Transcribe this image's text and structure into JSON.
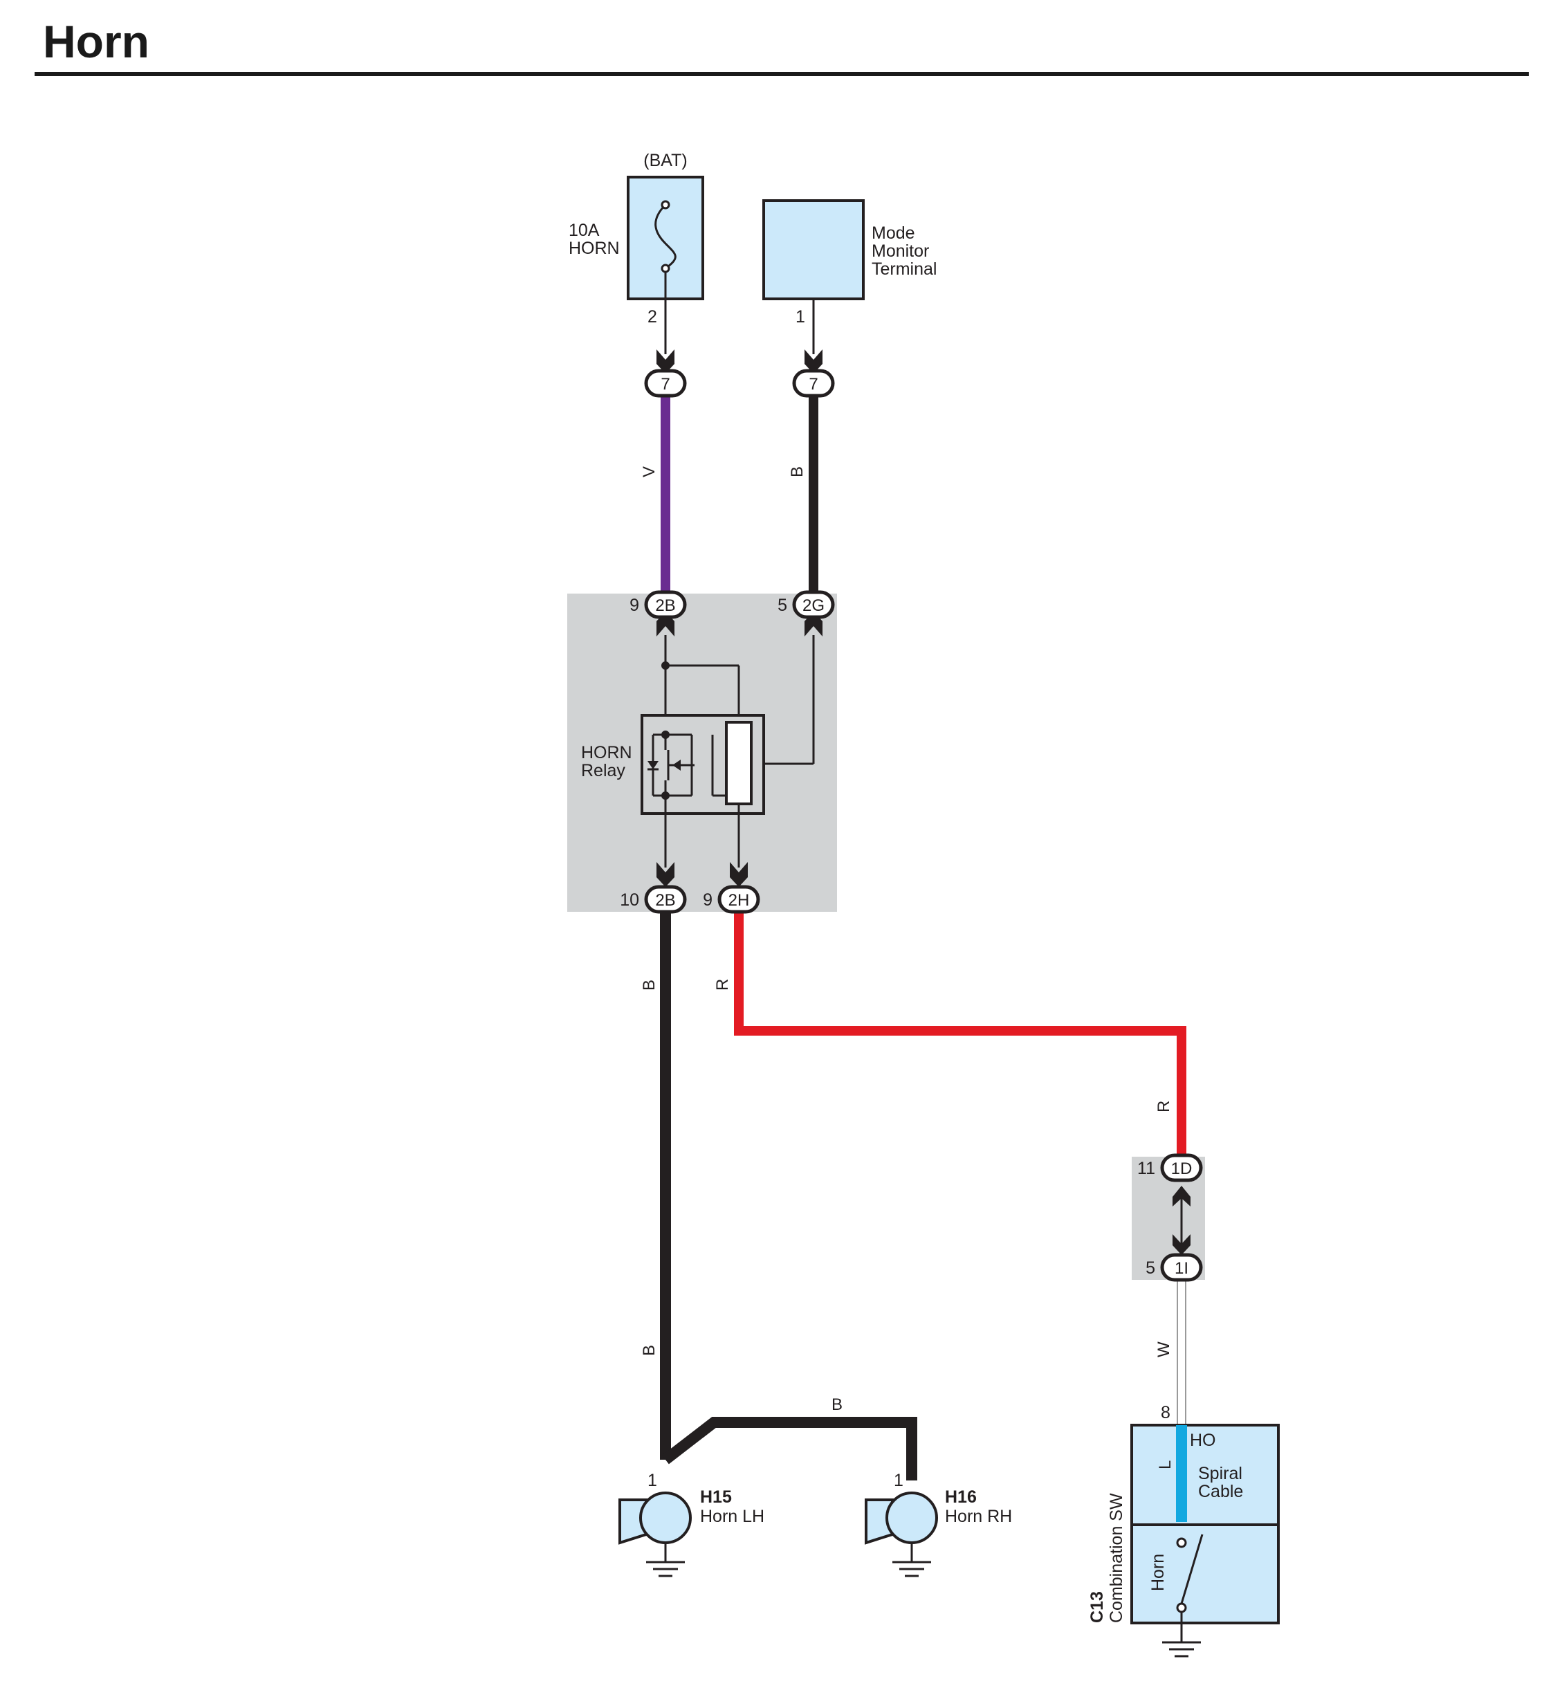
{
  "page": {
    "title": "Horn"
  },
  "colors": {
    "wire_V": "#6a2c91",
    "wire_B": "#231f20",
    "wire_R": "#e31b23",
    "wire_W": "#b0b0b0",
    "wire_L": "#12a8e0",
    "component_fill": "#cce9fa",
    "junction_fill": "#d1d3d4"
  },
  "fuse": {
    "supply": "(BAT)",
    "rating": "10A",
    "name": "HORN",
    "pin": "2"
  },
  "mode_monitor": {
    "line1": "Mode",
    "line2": "Monitor",
    "line3": "Terminal",
    "pin": "1"
  },
  "connectors": {
    "c7_left": "7",
    "c7_right": "7",
    "relay_in_left": {
      "pin": "9",
      "code": "2B"
    },
    "relay_in_right": {
      "pin": "5",
      "code": "2G"
    },
    "relay_out_left": {
      "pin": "10",
      "code": "2B"
    },
    "relay_out_right": {
      "pin": "9",
      "code": "2H"
    },
    "junction_top": {
      "pin": "11",
      "code": "1D"
    },
    "junction_bottom": {
      "pin": "5",
      "code": "1I"
    }
  },
  "relay": {
    "line1": "HORN",
    "line2": "Relay"
  },
  "wire_labels": {
    "v": "V",
    "b_top": "B",
    "b_left_upper": "B",
    "b_left_lower": "B",
    "r_upper": "R",
    "r_right": "R",
    "w": "W",
    "b_bridge": "B",
    "l": "L"
  },
  "horn_lh": {
    "pin": "1",
    "code": "H15",
    "name": "Horn LH"
  },
  "horn_rh": {
    "pin": "1",
    "code": "H16",
    "name": "Horn RH"
  },
  "combination_sw": {
    "pin": "8",
    "terminal": "HO",
    "spiral_line1": "Spiral",
    "spiral_line2": "Cable",
    "horn_label": "Horn",
    "code": "C13",
    "name": "Combination SW"
  }
}
